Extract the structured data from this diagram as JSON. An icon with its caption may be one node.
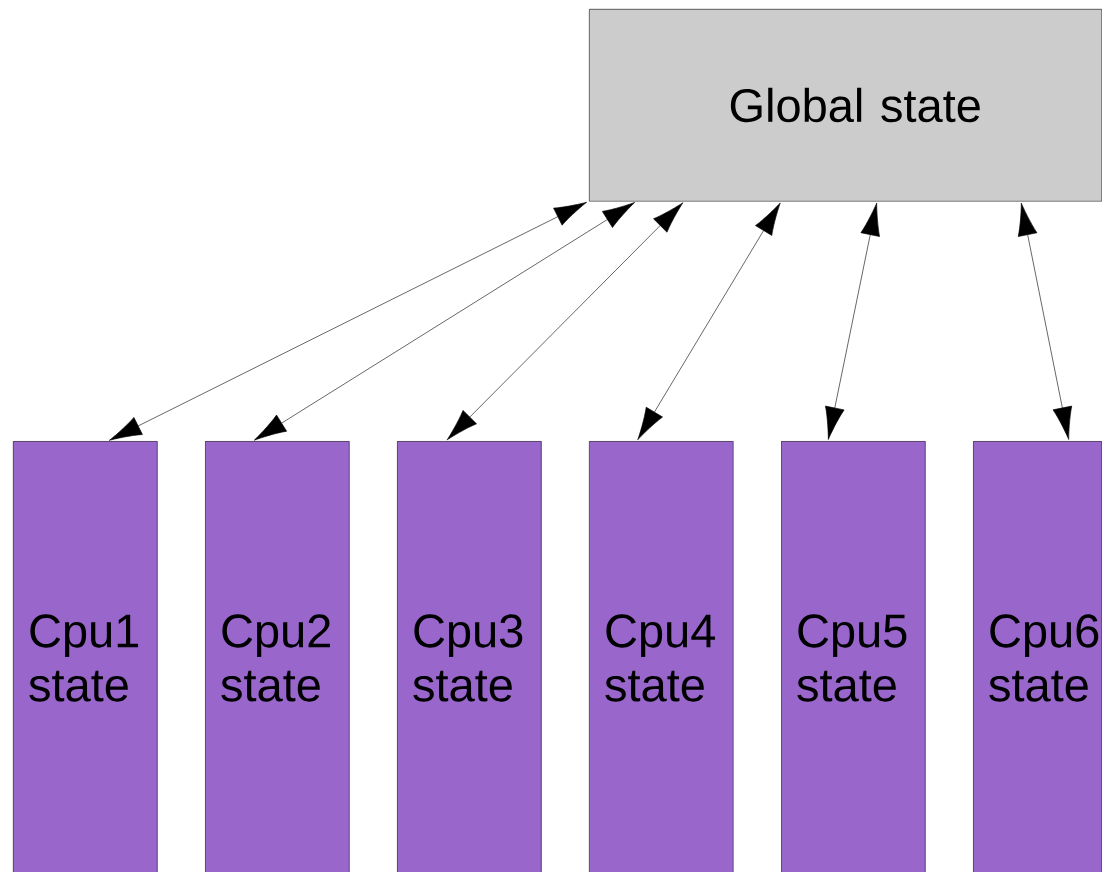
{
  "diagram": {
    "nodes": [
      {
        "text": [
          "Global state"
        ]
      },
      {
        "text": [
          "Cpu1 state"
        ]
      },
      {
        "text": [
          "Cpu2 state"
        ]
      },
      {
        "text": [
          "Cpu3 state"
        ]
      },
      {
        "text": [
          "Cpu4 state"
        ]
      },
      {
        "text": [
          "Cpu5 state"
        ]
      },
      {
        "text": [
          "Cpu6 state"
        ]
      }
    ],
    "edges": [
      {
        "from": 0,
        "to": 1,
        "arrow": "both"
      },
      {
        "from": 0,
        "to": 2,
        "arrow": "both"
      },
      {
        "from": 0,
        "to": 3,
        "arrow": "both"
      },
      {
        "from": 0,
        "to": 4,
        "arrow": "both"
      },
      {
        "from": 0,
        "to": 5,
        "arrow": "both"
      },
      {
        "from": 0,
        "to": 6,
        "arrow": "both"
      }
    ]
  }
}
